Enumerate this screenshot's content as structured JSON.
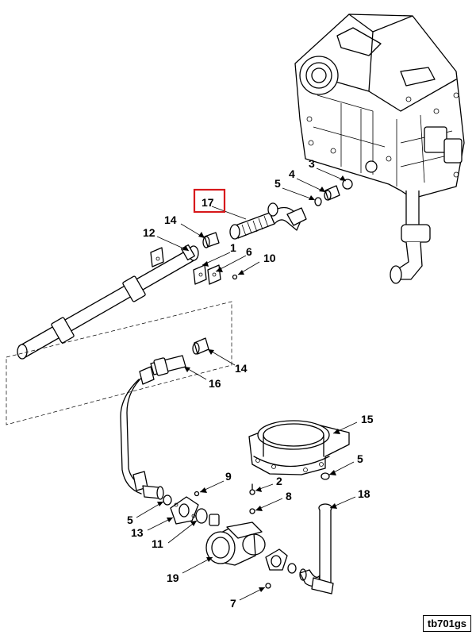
{
  "callouts": [
    {
      "id": "c17",
      "label": "17",
      "highlighted": true
    },
    {
      "id": "c3",
      "label": "3"
    },
    {
      "id": "c4",
      "label": "4"
    },
    {
      "id": "c5a",
      "label": "5"
    },
    {
      "id": "c14a",
      "label": "14"
    },
    {
      "id": "c12",
      "label": "12"
    },
    {
      "id": "c1",
      "label": "1"
    },
    {
      "id": "c6",
      "label": "6"
    },
    {
      "id": "c10",
      "label": "10"
    },
    {
      "id": "c14b",
      "label": "14"
    },
    {
      "id": "c16",
      "label": "16"
    },
    {
      "id": "c15",
      "label": "15"
    },
    {
      "id": "c5b",
      "label": "5"
    },
    {
      "id": "c9",
      "label": "9"
    },
    {
      "id": "c2",
      "label": "2"
    },
    {
      "id": "c18",
      "label": "18"
    },
    {
      "id": "c8",
      "label": "8"
    },
    {
      "id": "c5c",
      "label": "5"
    },
    {
      "id": "c13",
      "label": "13"
    },
    {
      "id": "c11",
      "label": "11"
    },
    {
      "id": "c19",
      "label": "19"
    },
    {
      "id": "c7",
      "label": "7"
    }
  ],
  "figure_id": "tb701gs",
  "colors": {
    "highlight": "#d7191c",
    "line": "#000000",
    "background": "#ffffff"
  }
}
